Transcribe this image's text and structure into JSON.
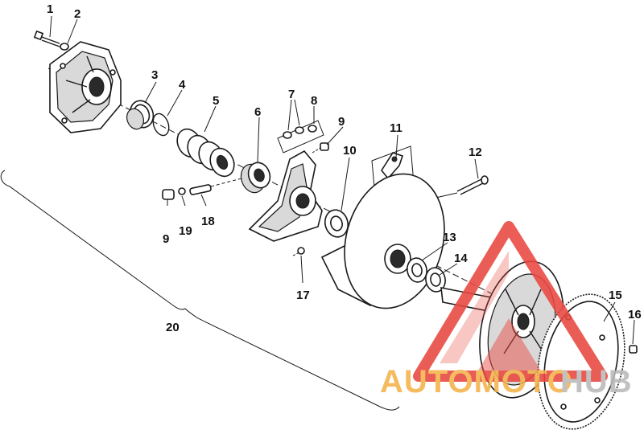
{
  "diagram": {
    "callouts": [
      "1",
      "2",
      "3",
      "4",
      "5",
      "6",
      "7",
      "8",
      "9",
      "10",
      "11",
      "12",
      "13",
      "14",
      "15",
      "16",
      "9",
      "19",
      "18",
      "17",
      "20"
    ]
  },
  "watermark": {
    "word_orange": "AUTOMOTO",
    "word_grey": "HUB",
    "colors": {
      "triangle": "#e8473f",
      "orange": "#f4b24a",
      "grey": "#b9b9b9"
    }
  },
  "icons": [
    "logo-triangle-icon"
  ]
}
